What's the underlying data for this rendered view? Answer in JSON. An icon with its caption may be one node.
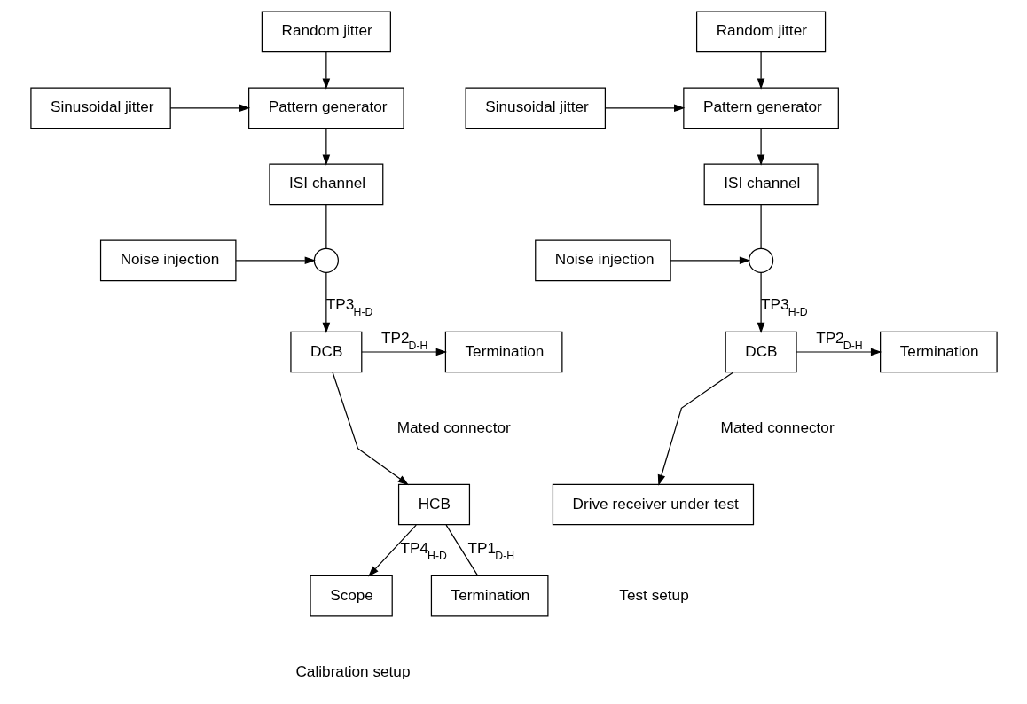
{
  "diagram": {
    "nodes": [
      {
        "text": [
          "Random jitter"
        ]
      },
      {
        "text": [
          "Sinusoidal jitter"
        ]
      },
      {
        "text": [
          "Pattern generator"
        ]
      },
      {
        "text": [
          "ISI channel"
        ]
      },
      {
        "text": [
          "Noise injection"
        ]
      },
      {
        "text": [],
        "shape": "circle"
      },
      {
        "text": [
          "Termination"
        ]
      },
      {
        "text": [
          "DCB"
        ]
      },
      {
        "text": [
          "HCB"
        ]
      },
      {
        "text": [
          "Scope"
        ]
      },
      {
        "text": [
          "Termination"
        ]
      },
      {
        "text": [
          "Random jitter"
        ]
      },
      {
        "text": [
          "Sinusoidal jitter"
        ]
      },
      {
        "text": [
          "Pattern generator"
        ]
      },
      {
        "text": [
          "ISI channel"
        ]
      },
      {
        "text": [
          "Noise injection"
        ]
      },
      {
        "text": [],
        "shape": "circle"
      },
      {
        "text": [
          "Termination"
        ]
      },
      {
        "text": [
          "DCB"
        ]
      },
      {
        "text": [
          "Drive receiver under test"
        ]
      }
    ],
    "edges": [
      {
        "from": 0,
        "to": 2,
        "arrow": "to"
      },
      {
        "from": 1,
        "to": 2,
        "arrow": "to"
      },
      {
        "from": 2,
        "to": 3,
        "arrow": "to"
      },
      {
        "from": 3,
        "to": 5,
        "arrow": "none"
      },
      {
        "from": 4,
        "to": 5,
        "arrow": "to"
      },
      {
        "from": 5,
        "to": 7,
        "arrow": "to",
        "label": "TP3$_{H-D}$"
      },
      {
        "from": 7,
        "to": 6,
        "arrow": "to",
        "label": "TP2$_{D-H}$"
      },
      {
        "from": 7,
        "to": 8,
        "arrow": "to"
      },
      {
        "from": 8,
        "to": 9,
        "arrow": "to",
        "label": "TP4$_{H-D}$"
      },
      {
        "from": 8,
        "to": 10,
        "arrow": "none",
        "label": "TP1$_{D-H}$"
      },
      {
        "from": 11,
        "to": 13,
        "arrow": "to"
      },
      {
        "from": 12,
        "to": 13,
        "arrow": "to"
      },
      {
        "from": 13,
        "to": 14,
        "arrow": "to"
      },
      {
        "from": 14,
        "to": 16,
        "arrow": "none"
      },
      {
        "from": 15,
        "to": 16,
        "arrow": "to"
      },
      {
        "from": 16,
        "to": 18,
        "arrow": "to",
        "label": "TP3$_{H-D}$"
      },
      {
        "from": 18,
        "to": 17,
        "arrow": "to",
        "label": "TP2$_{D-H}$"
      },
      {
        "from": 18,
        "to": 19,
        "arrow": "to"
      }
    ],
    "labels": [
      "Mated connector",
      "Mated connector",
      "Test setup",
      "Calibration setup"
    ]
  }
}
